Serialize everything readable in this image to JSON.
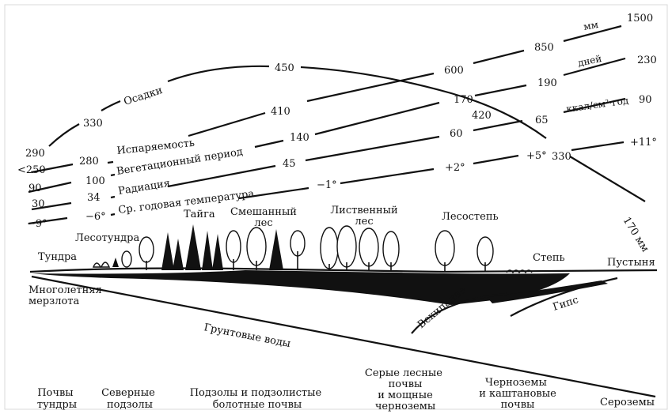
{
  "curves": {
    "precipitation": {
      "label": "Осадки",
      "values": [
        "290",
        "330",
        "450",
        "420",
        "330",
        "170 мм"
      ]
    },
    "evaporation": {
      "label": "Испаряемость",
      "values": [
        "<250",
        "280",
        "410",
        "600",
        "850",
        "1500"
      ],
      "unit": "мм"
    },
    "growing_season": {
      "label": "Вегетационный период",
      "values": [
        "90",
        "100",
        "140",
        "170",
        "190",
        "230"
      ],
      "unit": "дней"
    },
    "radiation": {
      "label": "Радиация",
      "values": [
        "30",
        "34",
        "45",
        "60",
        "65",
        "90"
      ],
      "unit": "ккал/см²·год"
    },
    "temperature": {
      "label": "Ср. годовая температура",
      "values": [
        "−9°",
        "−6°",
        "−1°",
        "+2°",
        "+5°",
        "+11°"
      ]
    }
  },
  "zones": [
    "Тундра",
    "Лесотундра",
    "Тайга",
    "Смешанный лес",
    "Лиственный лес",
    "Лесостепь",
    "Степь",
    "Пустыня"
  ],
  "profile": {
    "permafrost": "Многолетняя мерзлота",
    "groundwater": "Грунтовые воды",
    "effervescence": "Вскипание",
    "gypsum": "Гипс"
  },
  "soils": [
    "Почвы тундры",
    "Северные подзолы",
    "Подзолы и подзолистые болотные почвы",
    "Серые лесные почвы и мощные черноземы",
    "Черноземы и каштановые почвы",
    "Сероземы"
  ]
}
